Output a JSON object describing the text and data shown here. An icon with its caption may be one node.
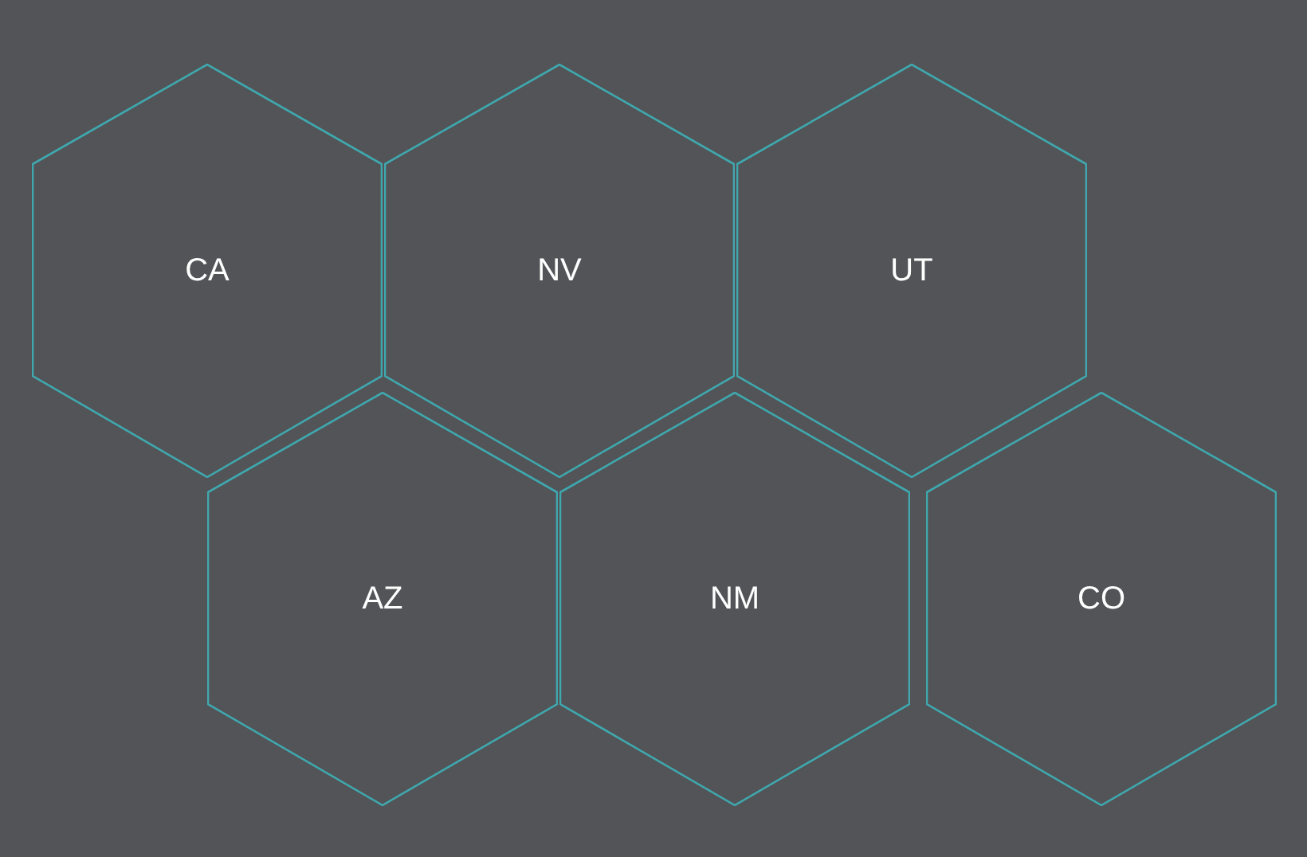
{
  "diagram": {
    "nodes": [
      {
        "text": [
          "CA"
        ]
      },
      {
        "text": [
          "NV"
        ]
      },
      {
        "text": [
          "UT"
        ]
      },
      {
        "text": [
          "AZ"
        ]
      },
      {
        "text": [
          "NM"
        ]
      },
      {
        "text": [
          "CO"
        ]
      }
    ]
  }
}
